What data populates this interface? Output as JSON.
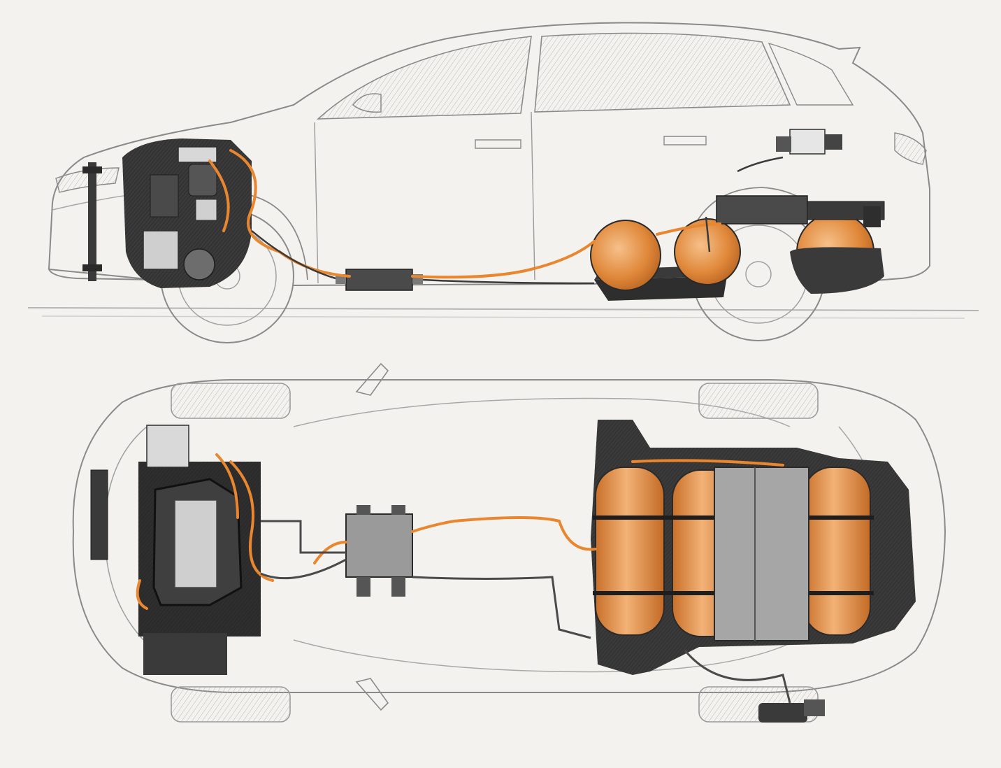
{
  "colors": {
    "paper": "#f4f2ee",
    "pencil": "#8e8e8e",
    "pencil_dark": "#2e2e2e",
    "component_dark": "#3a3a3a",
    "component_mid": "#6d6d6d",
    "component_light": "#bdbdbd",
    "tank_orange": "#e0883a",
    "tank_orange_light": "#f2b276",
    "cable_orange": "#e8872f"
  },
  "views": [
    {
      "name": "side-elevation",
      "components": [
        "front-motor-module",
        "radiator-bar",
        "dc-converter-box",
        "hydrogen-tank-front",
        "hydrogen-tank-middle",
        "hydrogen-tank-rear",
        "rear-drive-unit",
        "refuel-receptacle"
      ]
    },
    {
      "name": "top-plan",
      "components": [
        "fuel-cell-stack",
        "radiator-bar",
        "power-control-unit",
        "hydrogen-tank-1",
        "hydrogen-tank-2",
        "hydrogen-tank-3",
        "battery-pack",
        "refuel-receptacle"
      ]
    }
  ]
}
